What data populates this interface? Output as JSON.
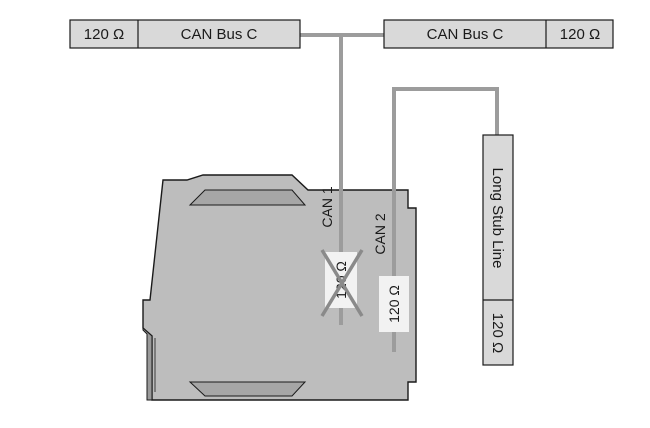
{
  "bus_left": {
    "resistor": "120 Ω",
    "name": "CAN Bus C"
  },
  "bus_right": {
    "name": "CAN Bus C",
    "resistor": "120 Ω"
  },
  "module": {
    "port1": {
      "label": "CAN 1",
      "resistor": "120 Ω",
      "resistor_crossed_out": true
    },
    "port2": {
      "label": "CAN 2",
      "resistor": "120 Ω"
    }
  },
  "stub": {
    "name": "Long Stub Line",
    "resistor": "120 Ω"
  },
  "colors": {
    "module_fill": "#bdbdbd",
    "module_dark": "#a6a6a6",
    "wire": "#9c9c9c",
    "box_fill": "#d9d9d9",
    "label_bg": "#f2f2f2",
    "stroke": "#1a1a1a"
  }
}
